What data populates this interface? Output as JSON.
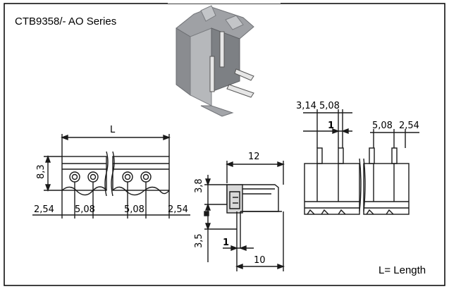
{
  "title": "CTB9358/- AO Series",
  "legend_note": "L= Length",
  "front_view": {
    "length_label": "L",
    "height_label": "8,3",
    "pitch_left": "2,54",
    "pitch_mid_1": "5,08",
    "pitch_mid_2": "5,08",
    "pitch_right": "2,54"
  },
  "side_view": {
    "width_label": "12",
    "top_label": "3,8",
    "bottom_label": "3,5",
    "pin_label": "1",
    "pin_length_label": "10"
  },
  "top_view": {
    "offset_label": "3,14",
    "pitch_label": "5,08",
    "pin_label": "1",
    "pitch_right_1": "5,08",
    "pitch_right_2": "2,54"
  },
  "colors": {
    "frame": "#000000",
    "line": "#1a1a1a",
    "connector_body": "#9a9ca0"
  }
}
